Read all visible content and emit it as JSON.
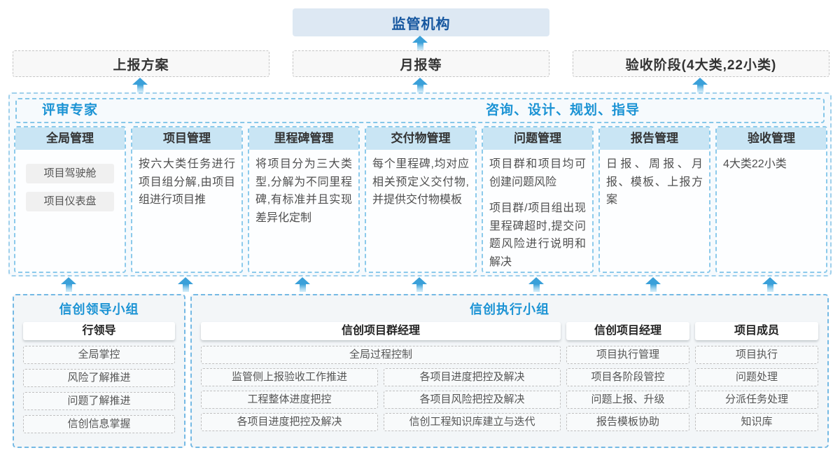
{
  "top": {
    "regulator": "监管机构",
    "channels": [
      "上报方案",
      "月报等",
      "验收阶段(4大类,22小类)"
    ]
  },
  "middle": {
    "expert_label": "评审专家",
    "consult_label": "咨询、设计、规划、指导",
    "columns": [
      {
        "title": "全局管理",
        "pills": [
          "项目驾驶舱",
          "项目仪表盘"
        ]
      },
      {
        "title": "项目管理",
        "body": [
          "按六大类任务进行项目组分解,由项目组进行项目推"
        ]
      },
      {
        "title": "里程碑管理",
        "body": [
          "将项目分为三大类型,分解为不同里程碑,有标准并且实现差异化定制"
        ]
      },
      {
        "title": "交付物管理",
        "body": [
          "每个里程碑,均对应相关预定义交付物,并提供交付物模板"
        ]
      },
      {
        "title": "问题管理",
        "body": [
          "项目群和项目均可创建问题风险",
          "项目群/项目组出现里程碑超时,提交问题风险进行说明和解决"
        ]
      },
      {
        "title": "报告管理",
        "body": [
          "日报、周报、月报、模板、上报方案"
        ]
      },
      {
        "title": "验收管理",
        "body": [
          "4大类22小类"
        ]
      }
    ]
  },
  "bottom": {
    "leader_group": {
      "title": "信创领导小组",
      "role": "行领导",
      "items": [
        "全局掌控",
        "风险了解推进",
        "问题了解推进",
        "信创信息掌握"
      ]
    },
    "exec_group": {
      "title": "信创执行小组",
      "program_manager": {
        "role": "信创项目群经理",
        "span_item": "全局过程控制",
        "left_items": [
          "监管侧上报验收工作推进",
          "工程整体进度把控",
          "各项目进度把控及解决"
        ],
        "right_items": [
          "各项目进度把控及解决",
          "各项目风险把控及解决",
          "信创工程知识库建立与迭代"
        ]
      },
      "project_manager": {
        "role": "信创项目经理",
        "items": [
          "项目执行管理",
          "项目各阶段管控",
          "问题上报、升级",
          "报告模板协助"
        ]
      },
      "member": {
        "role": "项目成员",
        "items": [
          "项目执行",
          "问题处理",
          "分派任务处理",
          "知识库"
        ]
      }
    }
  },
  "colors": {
    "accent_blue": "#1b93d4",
    "regulator_text": "#15569f",
    "regulator_bg": "#dde8f3",
    "column_header_bg": "#c9e5f4",
    "dashed_blue_border": "#8ccaeb",
    "outer_dashed_border": "#74b9e4",
    "arrow_blue": "#3aa0d9",
    "body_text": "#4f4f4f"
  }
}
